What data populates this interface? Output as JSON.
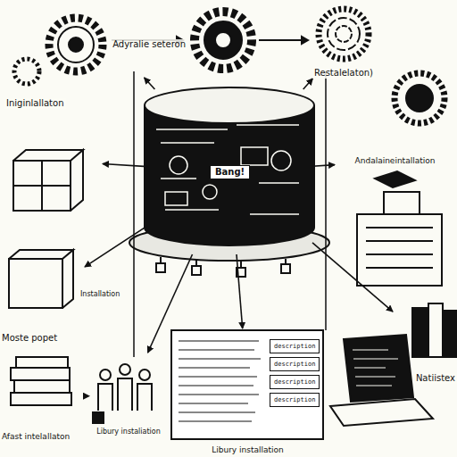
{
  "diagram": {
    "nodes": [
      {
        "text": [
          "Adyralie seteron"
        ]
      },
      {
        "text": [
          "Restalelaton)"
        ]
      },
      {
        "text": [
          "Iniginlallaton"
        ]
      },
      {
        "text": [
          "Bang!"
        ]
      },
      {
        "text": [
          "Andalaineintallation"
        ]
      },
      {
        "text": [
          "Moste popet"
        ]
      },
      {
        "text": [
          "Afast intelallaton"
        ]
      },
      {
        "text": [
          "Libury instaliation"
        ]
      },
      {
        "text": [
          "Libury installation"
        ]
      },
      {
        "text": [
          "Natiistex"
        ]
      }
    ],
    "edges": [
      {
        "from": 3,
        "to": 0,
        "arrow": "to"
      },
      {
        "from": 3,
        "to": 1,
        "arrow": "to"
      },
      {
        "from": 3,
        "to": 2,
        "arrow": "to"
      },
      {
        "from": 3,
        "to": 4,
        "arrow": "to"
      },
      {
        "from": 3,
        "to": 5,
        "arrow": "to"
      },
      {
        "from": 3,
        "to": 7,
        "arrow": "to"
      },
      {
        "from": 3,
        "to": 8,
        "arrow": "to"
      },
      {
        "from": 3,
        "to": 9,
        "arrow": "to"
      },
      {
        "from": 6,
        "to": 7,
        "arrow": "to"
      }
    ],
    "labels": [
      "Installation",
      "description",
      "description",
      "description",
      "description"
    ]
  }
}
